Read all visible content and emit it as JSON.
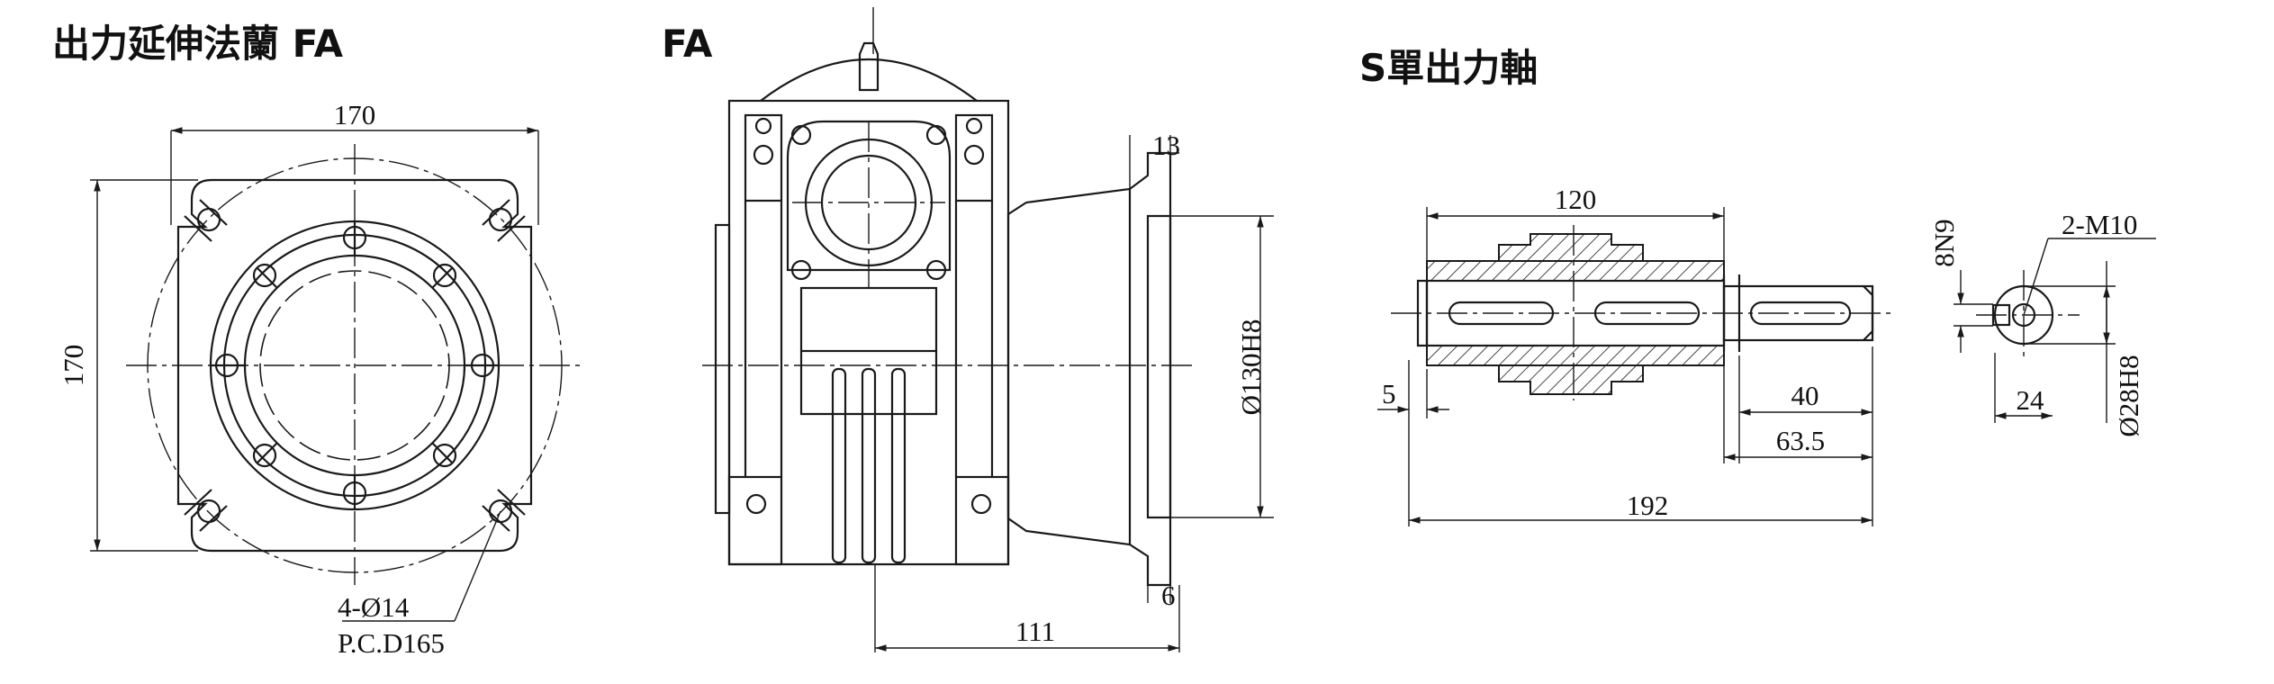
{
  "titles": {
    "front_view": "出力延伸法蘭 FA",
    "side_view": "FA",
    "shaft_view": "S單出力軸"
  },
  "dimensions": {
    "flange_width": "170",
    "flange_height": "170",
    "holes": "4-Ø14",
    "pcd": "P.C.D165",
    "flange_thickness": "13",
    "pilot_depth": "6",
    "pilot_diameter": "Ø130H8",
    "overall_length": "111",
    "hub_length": "120",
    "shaft_step": "5",
    "key_length": "40",
    "shaft_extension": "63.5",
    "total_length": "192",
    "key_width": "8N9",
    "thread": "2-M10",
    "key_height": "24",
    "shaft_diameter": "Ø28H8"
  }
}
